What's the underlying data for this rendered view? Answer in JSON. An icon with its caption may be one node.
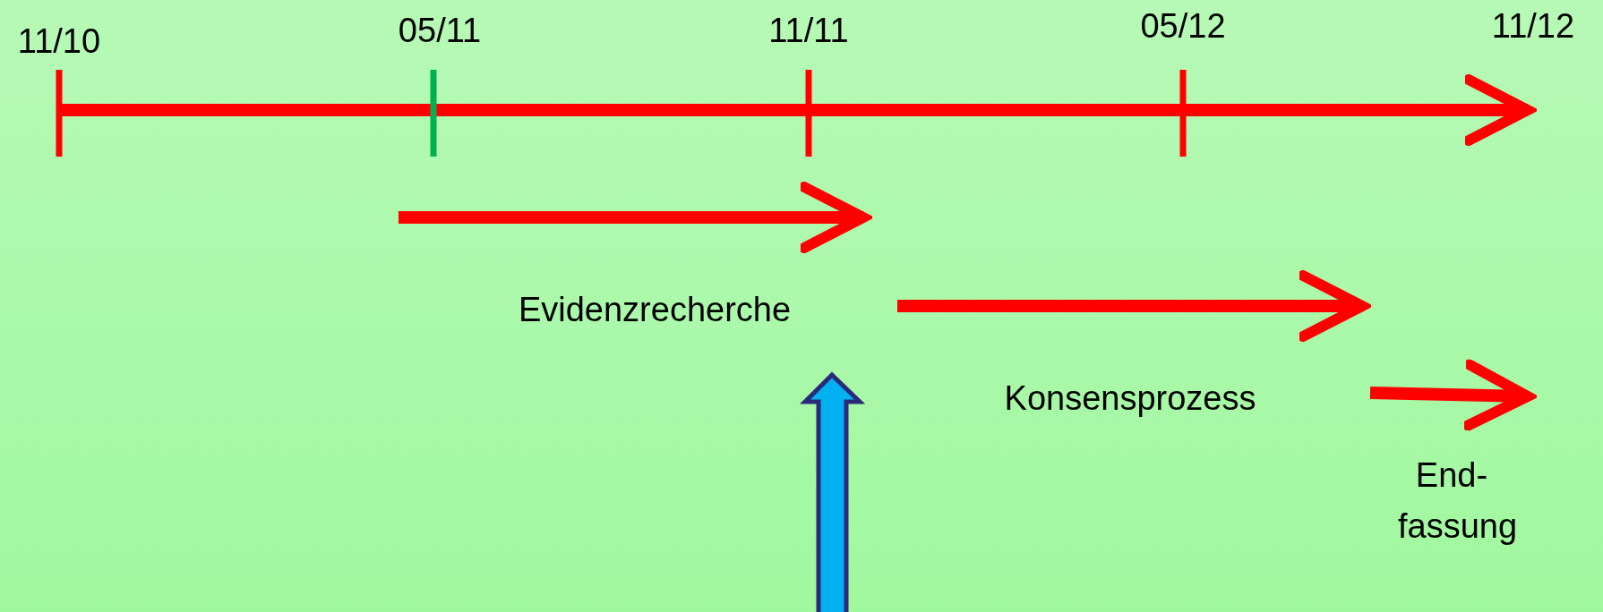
{
  "diagram": {
    "labels": [
      "11/10",
      "05/11",
      "11/11",
      "05/12",
      "11/12",
      "Evidenzrecherche",
      "Konsensprozess",
      "End- fassung"
    ]
  }
}
